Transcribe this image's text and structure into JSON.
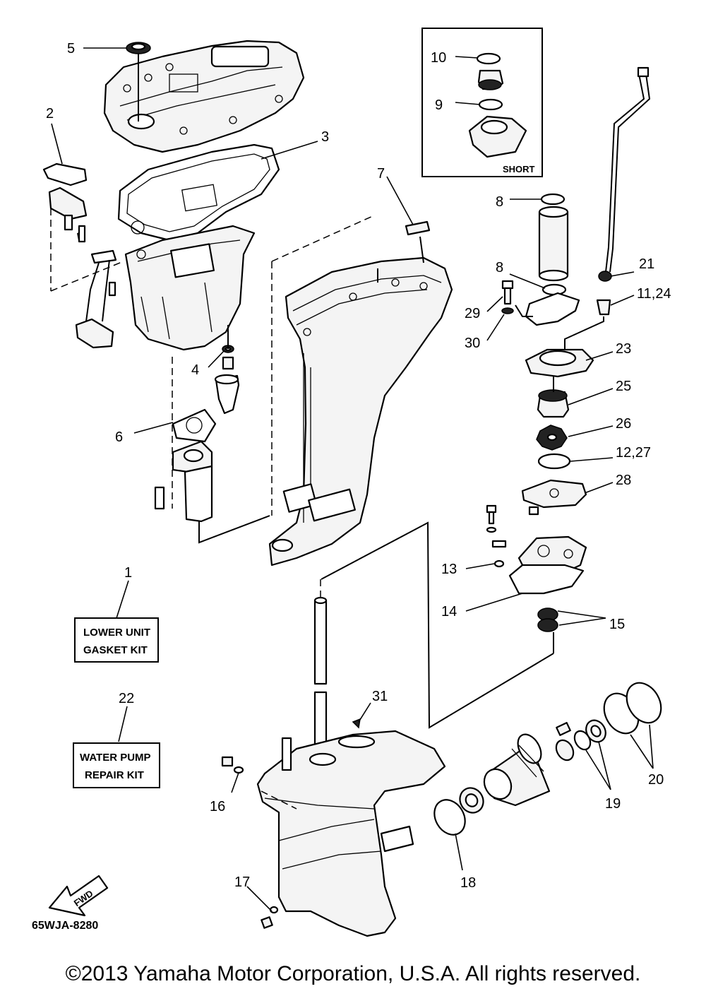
{
  "part_labels": [
    {
      "id": "p1",
      "text": "1"
    },
    {
      "id": "p2",
      "text": "2"
    },
    {
      "id": "p3",
      "text": "3"
    },
    {
      "id": "p4",
      "text": "4"
    },
    {
      "id": "p5",
      "text": "5"
    },
    {
      "id": "p6",
      "text": "6"
    },
    {
      "id": "p7",
      "text": "7"
    },
    {
      "id": "p8a",
      "text": "8"
    },
    {
      "id": "p8b",
      "text": "8"
    },
    {
      "id": "p9",
      "text": "9"
    },
    {
      "id": "p10",
      "text": "10"
    },
    {
      "id": "p11_24",
      "text": "11,24"
    },
    {
      "id": "p12_27",
      "text": "12,27"
    },
    {
      "id": "p13",
      "text": "13"
    },
    {
      "id": "p14",
      "text": "14"
    },
    {
      "id": "p15",
      "text": "15"
    },
    {
      "id": "p16",
      "text": "16"
    },
    {
      "id": "p17",
      "text": "17"
    },
    {
      "id": "p18",
      "text": "18"
    },
    {
      "id": "p19",
      "text": "19"
    },
    {
      "id": "p20",
      "text": "20"
    },
    {
      "id": "p21",
      "text": "21"
    },
    {
      "id": "p22",
      "text": "22"
    },
    {
      "id": "p23",
      "text": "23"
    },
    {
      "id": "p25",
      "text": "25"
    },
    {
      "id": "p26",
      "text": "26"
    },
    {
      "id": "p28",
      "text": "28"
    },
    {
      "id": "p29",
      "text": "29"
    },
    {
      "id": "p30",
      "text": "30"
    },
    {
      "id": "p31",
      "text": "31"
    }
  ],
  "kits": {
    "gasket_kit": {
      "line1": "LOWER UNIT",
      "line2": "GASKET KIT"
    },
    "water_pump_kit": {
      "line1": "WATER PUMP",
      "line2": "REPAIR KIT"
    }
  },
  "inset_label": "SHORT",
  "fwd_label": "FWD",
  "diagram_code": "65WJA-8280",
  "copyright": "©2013 Yamaha Motor Corporation, U.S.A. All rights reserved."
}
